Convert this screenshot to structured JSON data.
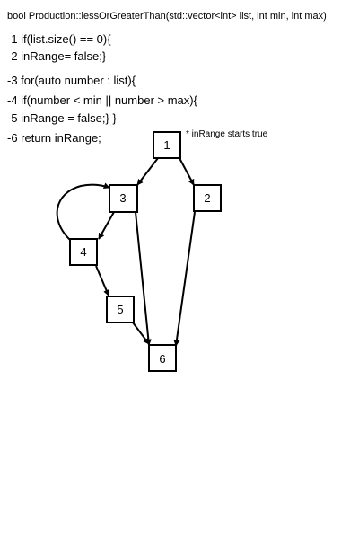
{
  "code": {
    "header": "bool Production::lessOrGreaterThan(std::vector<int> list, int min, int max)",
    "lines": [
      "-1 if(list.size() == 0){",
      "-2 inRange= false;}",
      "-3 for(auto number : list){",
      "-4 if(number < min || number > max){",
      "-5 inRange = false;} }",
      "-6 return inRange;"
    ]
  },
  "note": "* inRange starts true",
  "graph": {
    "nodes": [
      {
        "id": "1",
        "label": "1"
      },
      {
        "id": "2",
        "label": "2"
      },
      {
        "id": "3",
        "label": "3"
      },
      {
        "id": "4",
        "label": "4"
      },
      {
        "id": "5",
        "label": "5"
      },
      {
        "id": "6",
        "label": "6"
      }
    ],
    "edges": [
      {
        "from": "1",
        "to": "3"
      },
      {
        "from": "1",
        "to": "2"
      },
      {
        "from": "3",
        "to": "4"
      },
      {
        "from": "4",
        "to": "3"
      },
      {
        "from": "4",
        "to": "5"
      },
      {
        "from": "3",
        "to": "6"
      },
      {
        "from": "5",
        "to": "6"
      },
      {
        "from": "2",
        "to": "6"
      }
    ],
    "colors": {
      "stroke": "#000000",
      "fill": "#ffffff"
    }
  }
}
